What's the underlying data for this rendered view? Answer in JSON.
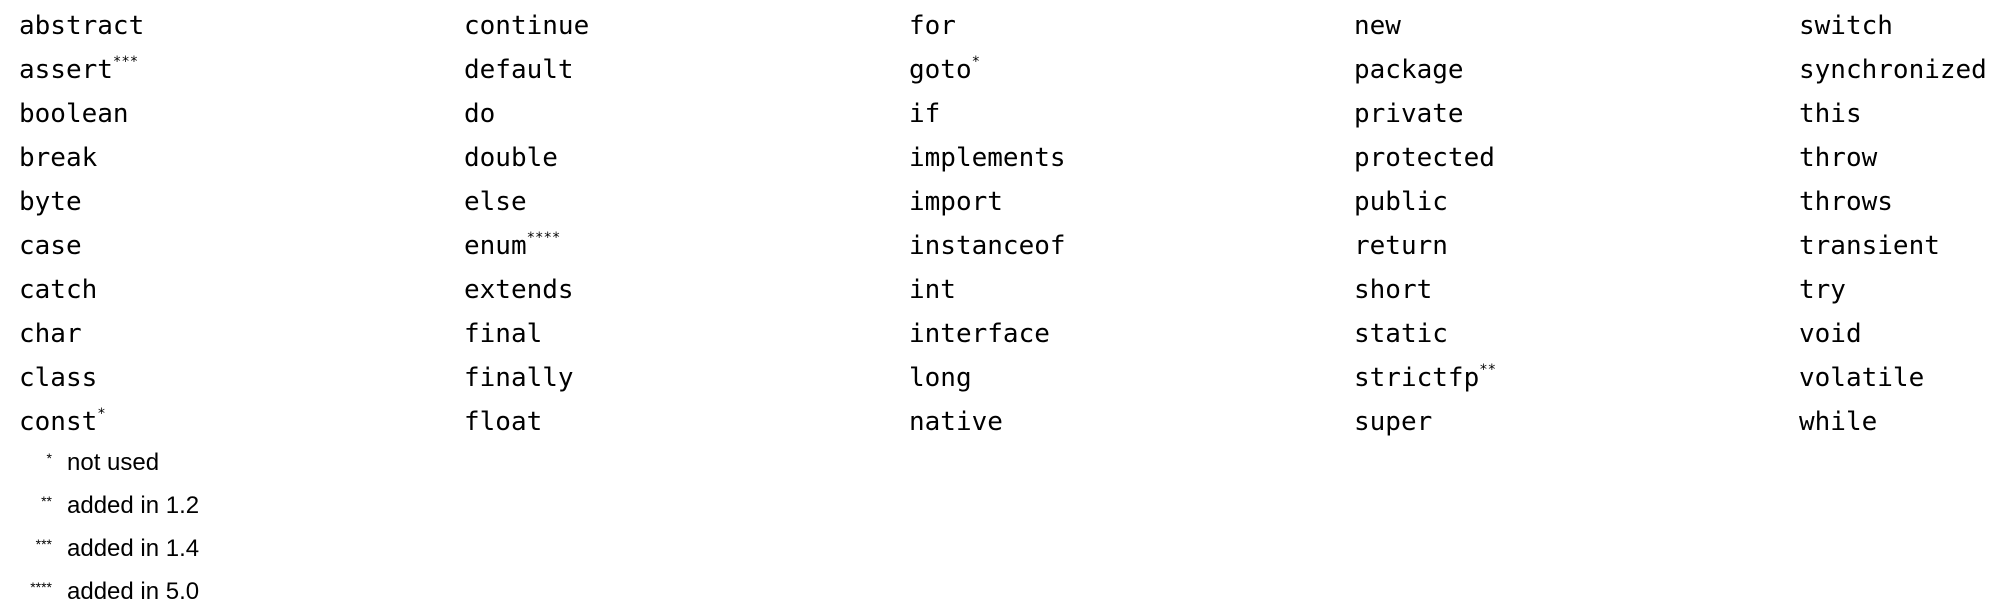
{
  "keywords": [
    [
      "abstract",
      "continue",
      "for",
      "new",
      "switch"
    ],
    [
      {
        "word": "assert",
        "mark": "***"
      },
      "default",
      {
        "word": "goto",
        "mark": "*"
      },
      "package",
      "synchronized"
    ],
    [
      "boolean",
      "do",
      "if",
      "private",
      "this"
    ],
    [
      "break",
      "double",
      "implements",
      "protected",
      "throw"
    ],
    [
      "byte",
      "else",
      "import",
      "public",
      "throws"
    ],
    [
      "case",
      {
        "word": "enum",
        "mark": "****"
      },
      "instanceof",
      "return",
      "transient"
    ],
    [
      "catch",
      "extends",
      "int",
      "short",
      "try"
    ],
    [
      "char",
      "final",
      "interface",
      "static",
      "void"
    ],
    [
      "class",
      "finally",
      "long",
      {
        "word": "strictfp",
        "mark": "**"
      },
      "volatile"
    ],
    [
      {
        "word": "const",
        "mark": "*"
      },
      "float",
      "native",
      "super",
      "while"
    ]
  ],
  "legend": [
    {
      "mark": "*",
      "text": "not used"
    },
    {
      "mark": "**",
      "text": "added in 1.2"
    },
    {
      "mark": "***",
      "text": "added in 1.4"
    },
    {
      "mark": "****",
      "text": "added in 5.0"
    }
  ]
}
